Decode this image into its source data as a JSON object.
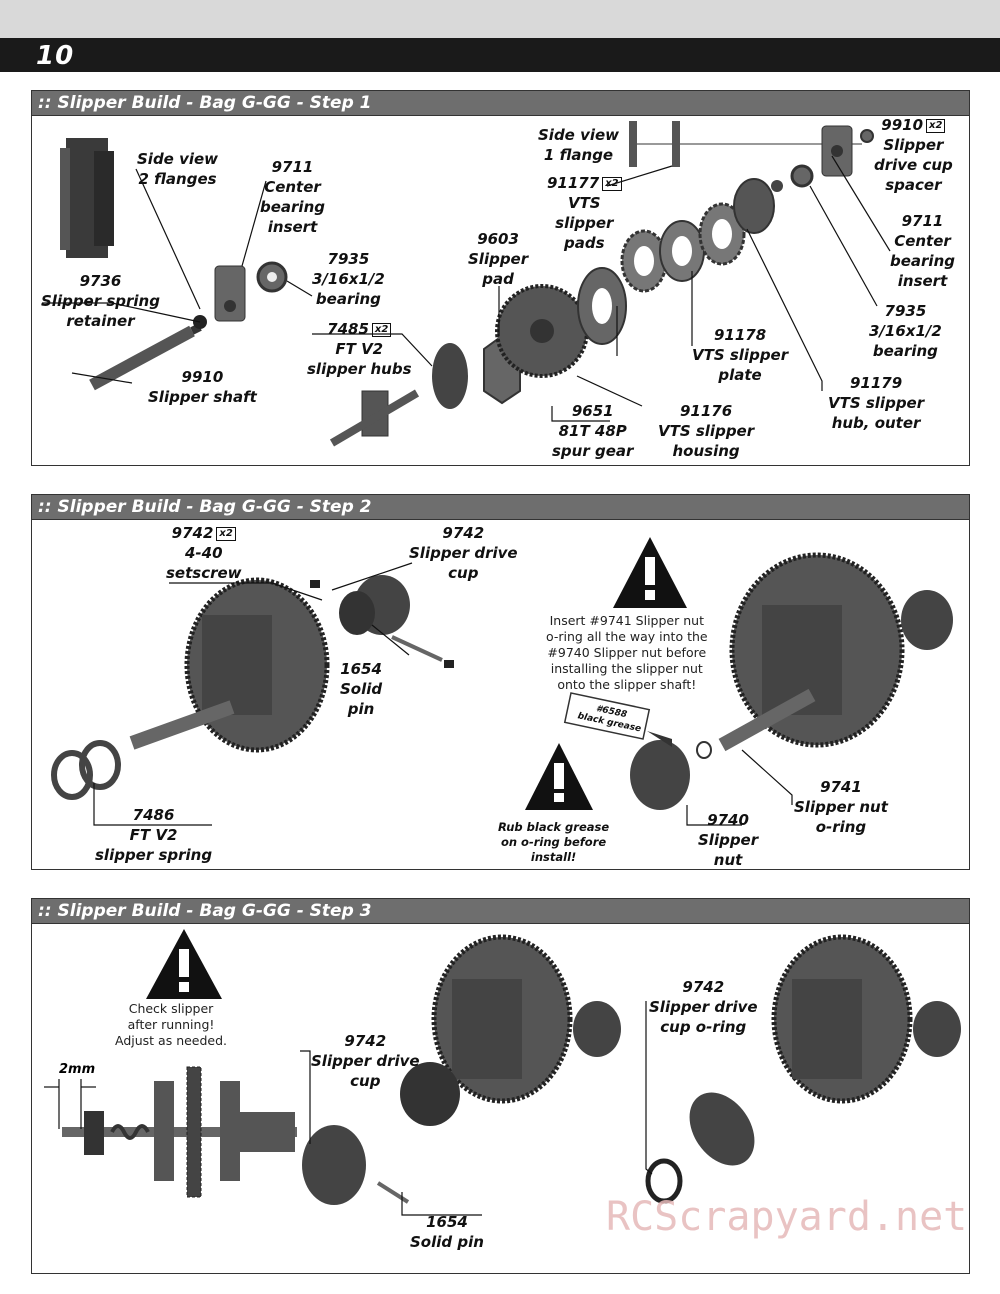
{
  "page": {
    "number": "10"
  },
  "step1": {
    "title": ":: Slipper Build - Bag G-GG - Step 1",
    "side_view_2": [
      "Side view",
      "2 flanges"
    ],
    "side_view_1": [
      "Side view",
      "1 flange"
    ],
    "p9711a": [
      "9711",
      "Center",
      "bearing",
      "insert"
    ],
    "p9736": [
      "9736",
      "Slipper spring",
      "retainer"
    ],
    "p7935a": [
      "7935",
      "3/16x1/2",
      "bearing"
    ],
    "p7485": {
      "num": "7485",
      "qty": "x2",
      "lines": [
        "FT V2",
        "slipper hubs"
      ]
    },
    "p9910": [
      "9910",
      "Slipper shaft"
    ],
    "p9603": [
      "9603",
      "Slipper",
      "pad"
    ],
    "p91177": {
      "num": "91177",
      "qty": "x2",
      "lines": [
        "VTS",
        "slipper",
        "pads"
      ]
    },
    "p9651": [
      "9651",
      "81T 48P",
      "spur gear"
    ],
    "p91176": [
      "91176",
      "VTS slipper",
      "housing"
    ],
    "p91178": [
      "91178",
      "VTS slipper",
      "plate"
    ],
    "p91179": [
      "91179",
      "VTS slipper",
      "hub, outer"
    ],
    "p9910x": {
      "num": "9910",
      "qty": "x2",
      "lines": [
        "Slipper",
        "drive cup",
        "spacer"
      ]
    },
    "p9711b": [
      "9711",
      "Center",
      "bearing",
      "insert"
    ],
    "p7935b": [
      "7935",
      "3/16x1/2",
      "bearing"
    ]
  },
  "step2": {
    "title": ":: Slipper Build - Bag G-GG - Step 2",
    "p9742a": {
      "num": "9742",
      "qty": "x2",
      "lines": [
        "4-40",
        "setscrew"
      ]
    },
    "p9742b": [
      "9742",
      "Slipper drive",
      "cup"
    ],
    "p1654": [
      "1654",
      "Solid",
      "pin"
    ],
    "p7486": [
      "7486",
      "FT V2",
      "slipper spring"
    ],
    "warning_text": [
      "Insert #9741 Slipper nut",
      "o-ring all the way into the",
      "#9740 Slipper nut before",
      "installing the slipper nut",
      "onto the slipper shaft!"
    ],
    "grease_tube": [
      "#6588",
      "black grease"
    ],
    "grease_note": [
      "Rub black grease",
      "on o-ring before",
      "install!"
    ],
    "p9741": [
      "9741",
      "Slipper nut",
      "o-ring"
    ],
    "p9740": [
      "9740",
      "Slipper",
      "nut"
    ]
  },
  "step3": {
    "title": ":: Slipper Build - Bag G-GG - Step 3",
    "check_note": [
      "Check slipper",
      "after running!",
      "Adjust as needed."
    ],
    "dimension": "2mm",
    "p9742c": [
      "9742",
      "Slipper drive",
      "cup"
    ],
    "p1654b": [
      "1654",
      "Solid pin"
    ],
    "p9742d": [
      "9742",
      "Slipper drive",
      "cup o-ring"
    ]
  },
  "watermark": "RCScrapyard.net"
}
